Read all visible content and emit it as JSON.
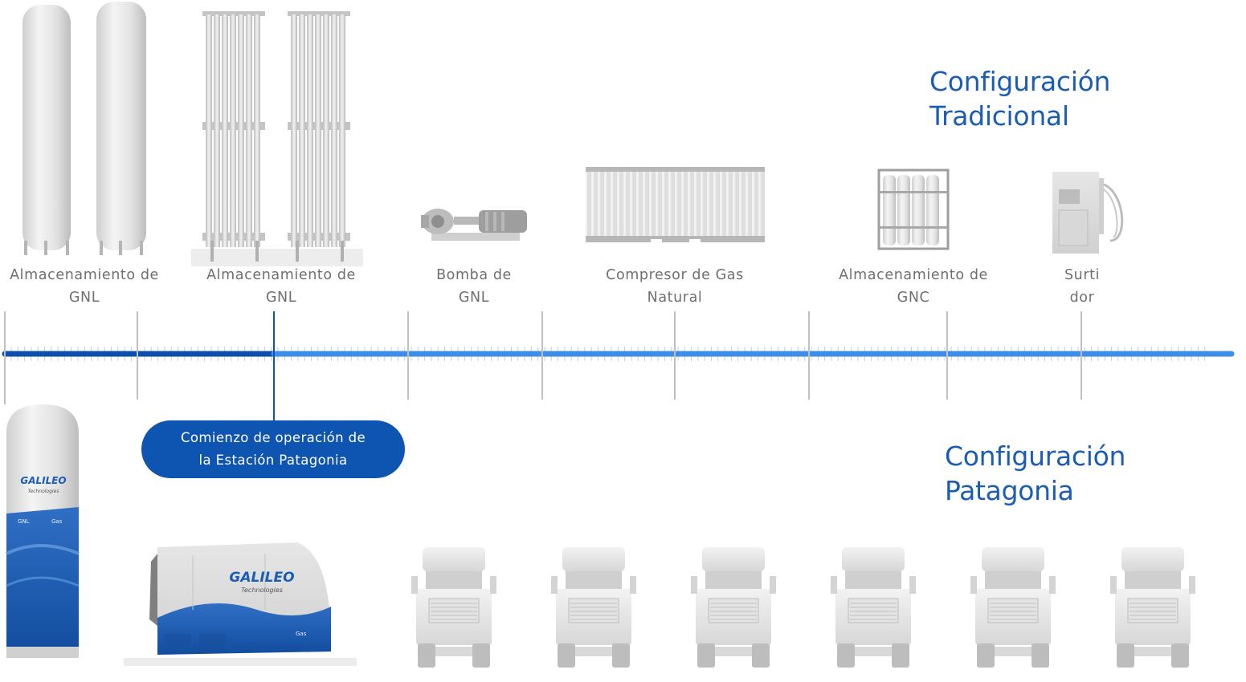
{
  "headings": {
    "top_line1": "Configuración",
    "top_line2": "Tradicional",
    "bottom_line1": "Configuración",
    "bottom_line2": "Patagonia"
  },
  "equipment": [
    {
      "line1": "Almacenamiento de",
      "line2": "GNL"
    },
    {
      "line1": "Almacenamiento de",
      "line2": "GNL"
    },
    {
      "line1": "Bomba de",
      "line2": "GNL"
    },
    {
      "line1": "Compresor de Gas",
      "line2": "Natural"
    },
    {
      "line1": "Almacenamiento de",
      "line2": "GNC"
    },
    {
      "line1": "Surti",
      "line2": "dor"
    }
  ],
  "callout": {
    "line1": "Comienzo de operación de",
    "line2": "la Estación Patagonia"
  },
  "branding": {
    "logo_text": "GALILEO",
    "logo_sub": "Technologies",
    "badge_gnl": "GNL",
    "badge_gas": "Gas"
  },
  "colors": {
    "accent": "#1b5cb5",
    "timeline_dark": "#0d4fa8",
    "timeline_light": "#3f8ee6",
    "label_gray": "#6f6f6f"
  }
}
